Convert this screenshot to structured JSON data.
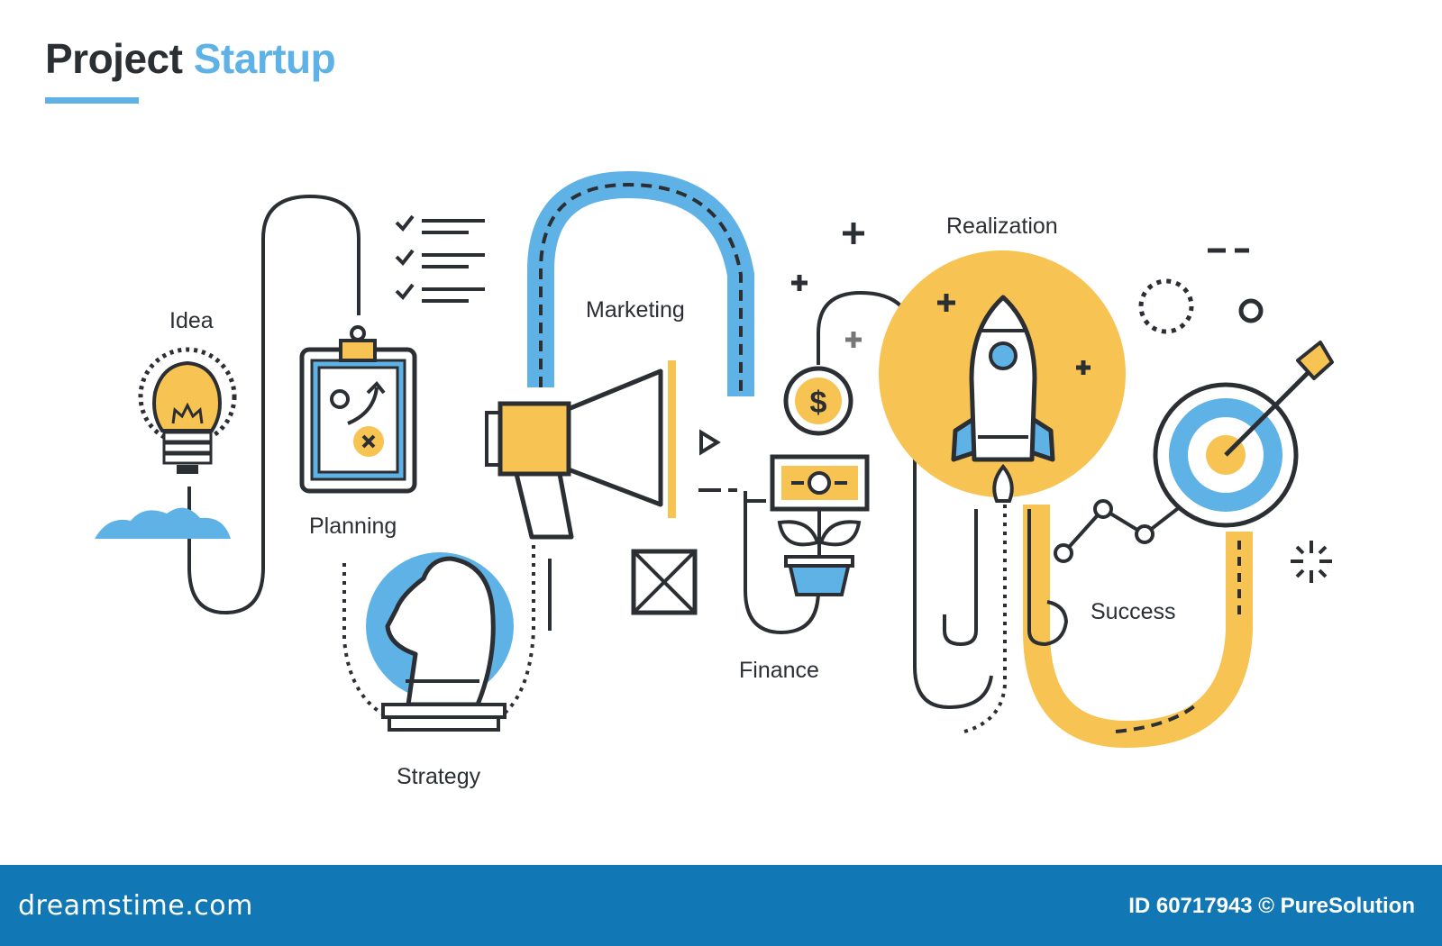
{
  "title": {
    "part1": "Project",
    "part2": "Startup"
  },
  "stages": {
    "idea": "Idea",
    "planning": "Planning",
    "strategy": "Strategy",
    "marketing": "Marketing",
    "finance": "Finance",
    "realization": "Realization",
    "success": "Success"
  },
  "icons": {
    "idea": "lightbulb-icon",
    "planning": "clipboard-icon",
    "strategy": "chess-knight-icon",
    "marketing": "megaphone-icon",
    "finance": "money-plant-icon",
    "realization": "rocket-icon",
    "success": "target-arrow-icon"
  },
  "colors": {
    "dark": "#2b2f33",
    "blue": "#5fb2e6",
    "yellow": "#f7c352",
    "footer": "#1178b5"
  },
  "footer": {
    "logo": "dreamstime.com",
    "credit": "ID 60717943 © PureSolution"
  }
}
